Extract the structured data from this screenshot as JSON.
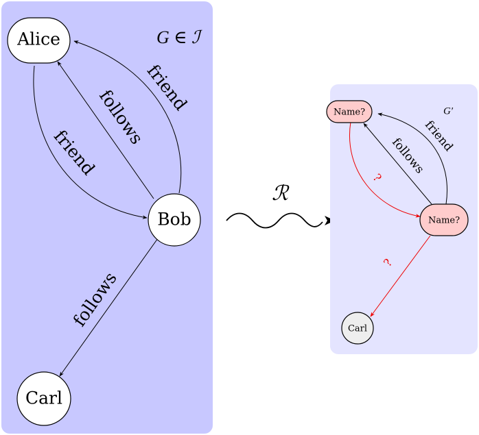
{
  "colors": {
    "left_panel": "#c8c8ff",
    "right_panel": "#e4e4ff",
    "node_fill": "#ffffff",
    "unknown_fill": "#ffcccc",
    "carl_small_fill": "#eeeeee",
    "edge": "#000000",
    "unknown_edge": "#ee0000"
  },
  "left_graph": {
    "label": "G ∈ ",
    "label_symbol": "ℐ",
    "nodes": {
      "alice": "Alice",
      "bob": "Bob",
      "carl": "Carl"
    },
    "edges": {
      "bob_alice_friend": "friend",
      "bob_alice_follows": "follows",
      "alice_bob_friend": "friend",
      "bob_carl_follows": "follows"
    }
  },
  "transform_label": "ℛ",
  "right_graph": {
    "label": "G′",
    "nodes": {
      "name_top": "Name?",
      "name_right": "Name?",
      "carl": "Carl"
    },
    "edges": {
      "friend": "friend",
      "follows": "follows",
      "unknown_1": "?",
      "unknown_2": "?"
    }
  }
}
